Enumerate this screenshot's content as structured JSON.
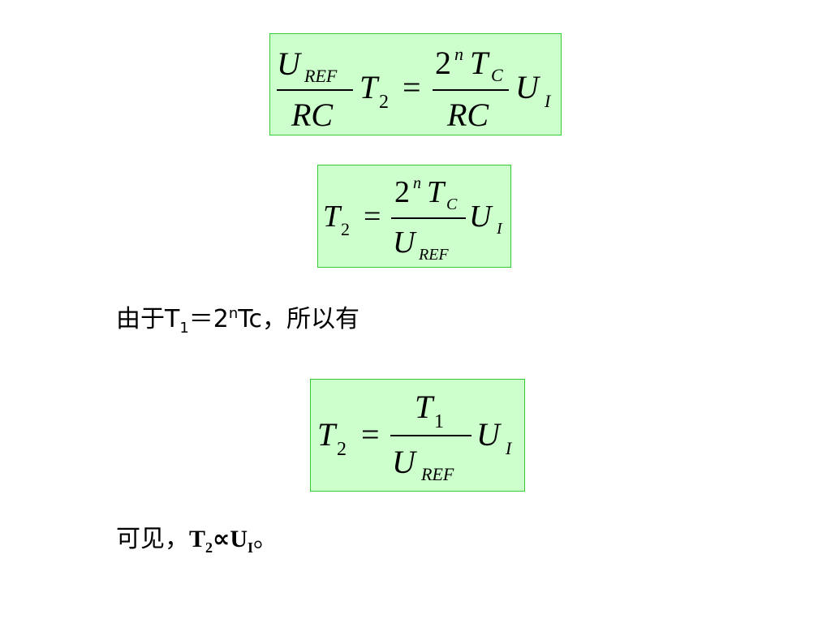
{
  "equation1": {
    "numerator_left": "U",
    "numerator_left_sub": "REF",
    "denominator_left": "RC",
    "t": "T",
    "t_sub": "2",
    "equals": "=",
    "numerator_right_base": "2",
    "numerator_right_exp": "n",
    "numerator_right_t": "T",
    "numerator_right_t_sub": "C",
    "denominator_right": "RC",
    "u": "U",
    "u_sub": "I"
  },
  "equation2": {
    "t": "T",
    "t_sub": "2",
    "equals": "=",
    "numerator_base": "2",
    "numerator_exp": "n",
    "numerator_t": "T",
    "numerator_t_sub": "C",
    "denominator": "U",
    "denominator_sub": "REF",
    "u": "U",
    "u_sub": "I"
  },
  "statement1": {
    "prefix": "由于T",
    "t_sub": "1",
    "eq_part": "＝2",
    "exp": "n",
    "tail": "Tc，所以有"
  },
  "equation3": {
    "t": "T",
    "t_sub": "2",
    "equals": "=",
    "numerator": "T",
    "numerator_sub": "1",
    "denominator": "U",
    "denominator_sub": "REF",
    "u": "U",
    "u_sub": "I"
  },
  "statement2": {
    "prefix": "可见，",
    "t": "T",
    "t_sub": "2",
    "prop": "∝",
    "u": "U",
    "u_sub": "I",
    "tail": "。"
  },
  "colors": {
    "box_fill": "#ccffcc",
    "box_border": "#33cc33"
  }
}
